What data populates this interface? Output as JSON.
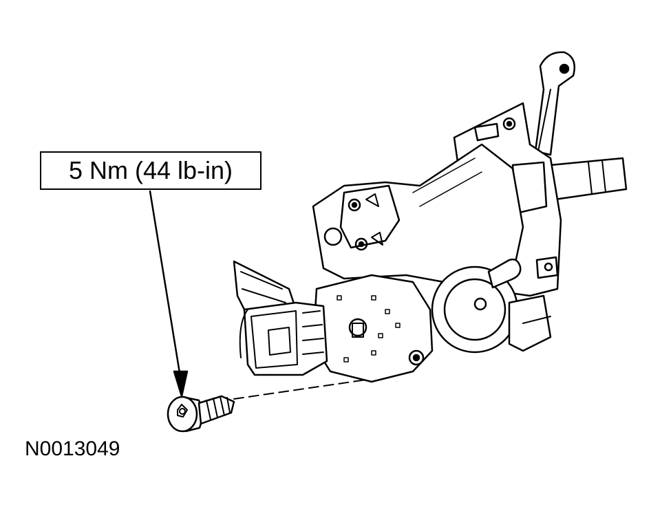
{
  "callout": {
    "torque": "5 Nm (44 lb-in)"
  },
  "figure": {
    "id": "N0013049"
  },
  "colors": {
    "line": "#000000",
    "background": "#ffffff"
  },
  "icons": {
    "fastener": "torx-bolt-icon",
    "assembly": "steering-column-switch-assembly"
  }
}
